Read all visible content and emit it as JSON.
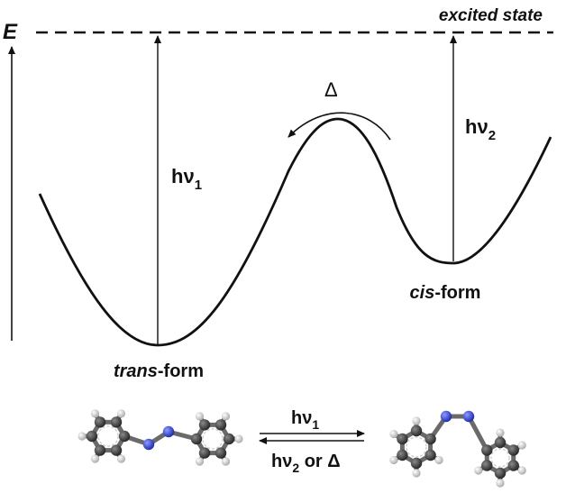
{
  "axis": {
    "label": "E"
  },
  "excited_state": {
    "label": "excited state"
  },
  "energy_curve": {
    "trans_label_italic": "trans",
    "trans_label_rest": "-form",
    "cis_label_italic": "cis",
    "cis_label_rest": "-form"
  },
  "transitions": {
    "up_trans": {
      "h": "hν",
      "sub": "1"
    },
    "up_cis": {
      "h": "hν",
      "sub": "2"
    },
    "thermal": {
      "label": "Δ"
    }
  },
  "reaction": {
    "forward": {
      "h": "hν",
      "sub": "1"
    },
    "reverse": {
      "h": "hν",
      "sub": "2",
      "tail": " or Δ"
    }
  },
  "colors": {
    "line": "#111111",
    "carbon": "#3a3a3a",
    "hydrogen": "#d8d8d8",
    "nitrogen": "#2f3fd0"
  }
}
